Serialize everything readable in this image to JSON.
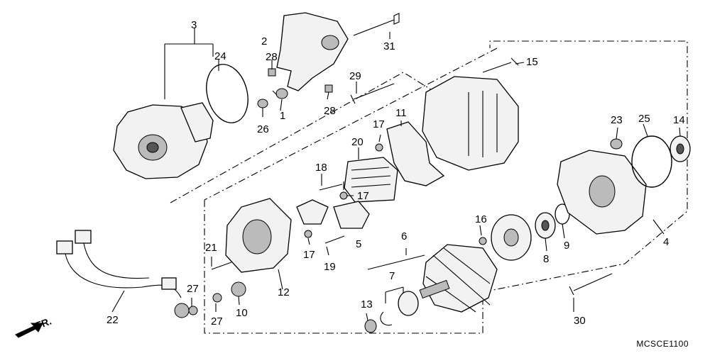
{
  "diagram_code": "MCSCE1100",
  "direction": "FR.",
  "labels": [
    "3",
    "2",
    "31",
    "24",
    "28",
    "29",
    "15",
    "1",
    "28",
    "26",
    "17",
    "11",
    "23",
    "25",
    "14",
    "20",
    "18",
    "17",
    "17",
    "5",
    "16",
    "6",
    "21",
    "12",
    "19",
    "7",
    "13",
    "8",
    "9",
    "4",
    "22",
    "27",
    "10",
    "27",
    "30"
  ]
}
